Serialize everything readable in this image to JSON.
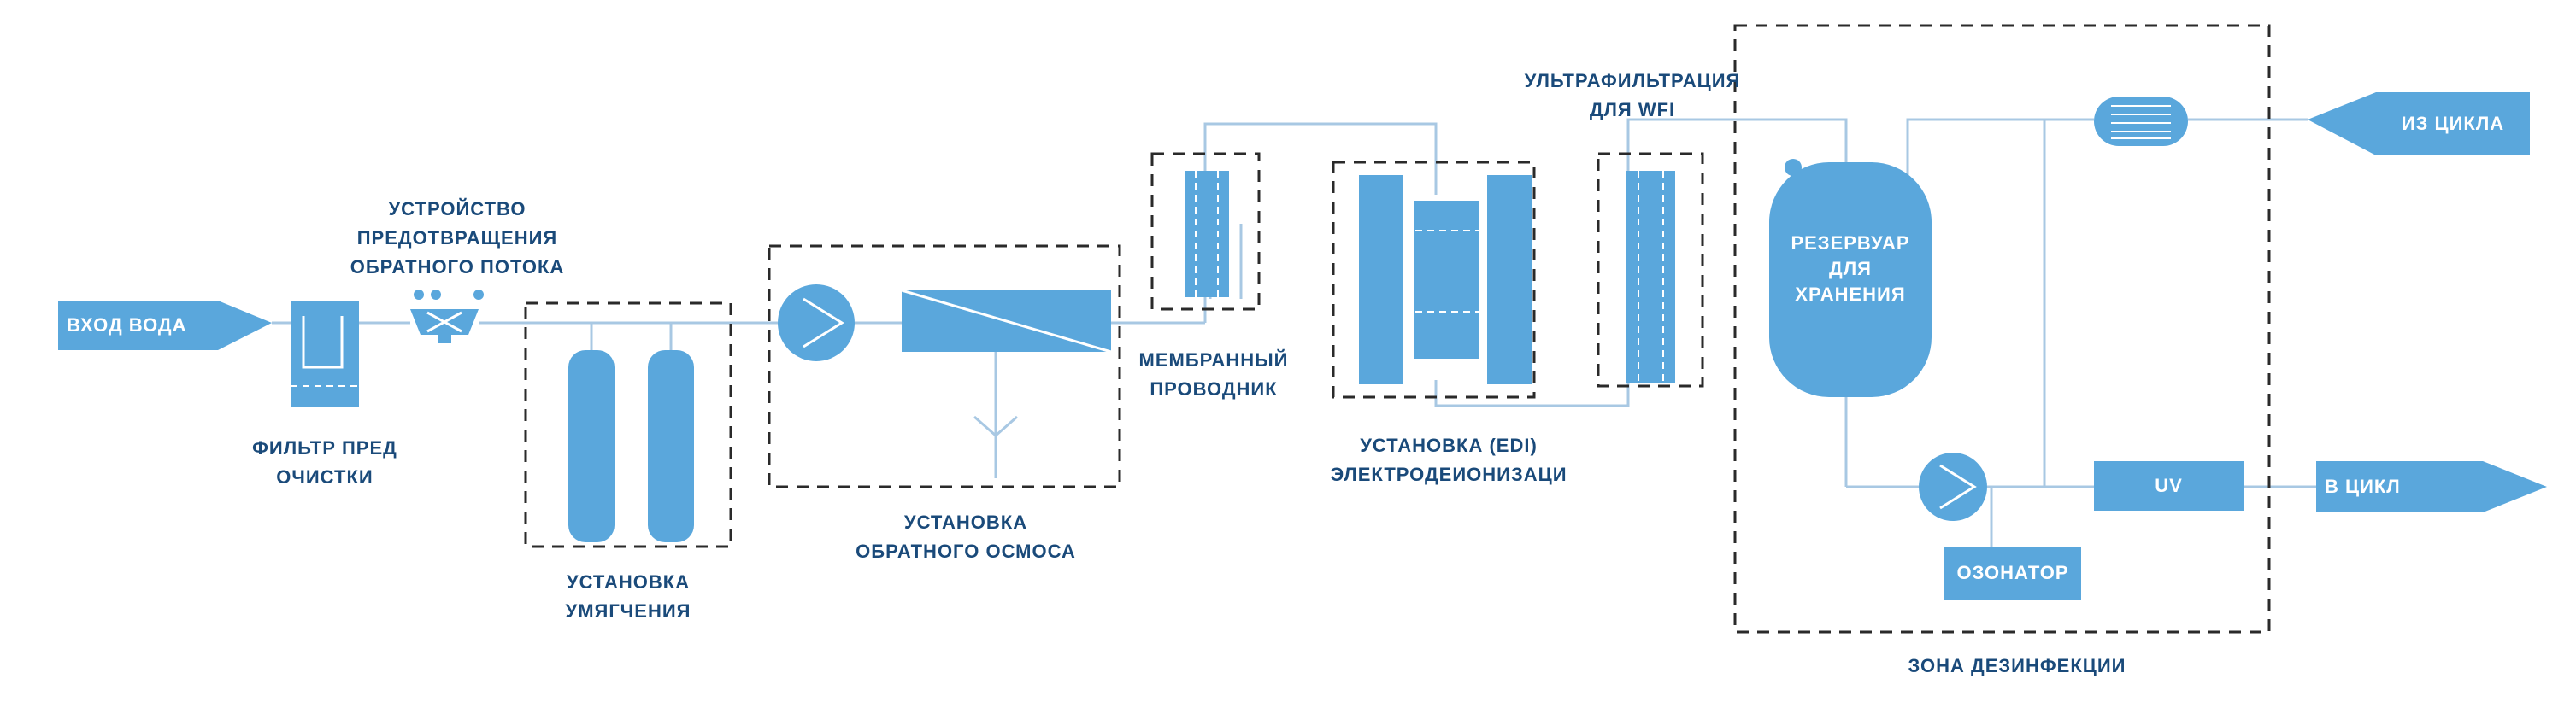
{
  "colors": {
    "fill": "#5aa7dc",
    "line": "#a8c8e3",
    "dash": "#2a2a2a",
    "label": "#1a4a7a",
    "inner_text": "#ffffff"
  },
  "arrows": {
    "inlet": "ВХОД ВОДА",
    "return": "ИЗ ЦИКЛА",
    "out": "В ЦИКЛ"
  },
  "labels": {
    "prefilter": [
      "ФИЛЬТР ПРЕД",
      "ОЧИСТКИ"
    ],
    "backflow": [
      "УСТРОЙСТВО",
      "ПРЕДОТВРАЩЕНИЯ",
      "ОБРАТНОГО ПОТОКА"
    ],
    "softener": [
      "УСТАНОВКА",
      "УМЯГЧЕНИЯ"
    ],
    "ro": [
      "УСТАНОВКА",
      "ОБРАТНОГО ОСМОСА"
    ],
    "membrane": [
      "МЕМБРАННЫЙ",
      "ПРОВОДНИК"
    ],
    "edi": [
      "УСТАНОВКА (EDI)",
      "ЭЛЕКТРОДЕИОНИЗАЦИ"
    ],
    "uf": [
      "УЛЬТРАФИЛЬТРАЦИЯ",
      "ДЛЯ WFI"
    ],
    "zone": "ЗОНА ДЕЗИНФЕКЦИИ"
  },
  "tank": [
    "РЕЗЕРВУАР",
    "ДЛЯ",
    "ХРАНЕНИЯ"
  ],
  "uv": "UV",
  "ozonator": "ОЗОНАТОР"
}
